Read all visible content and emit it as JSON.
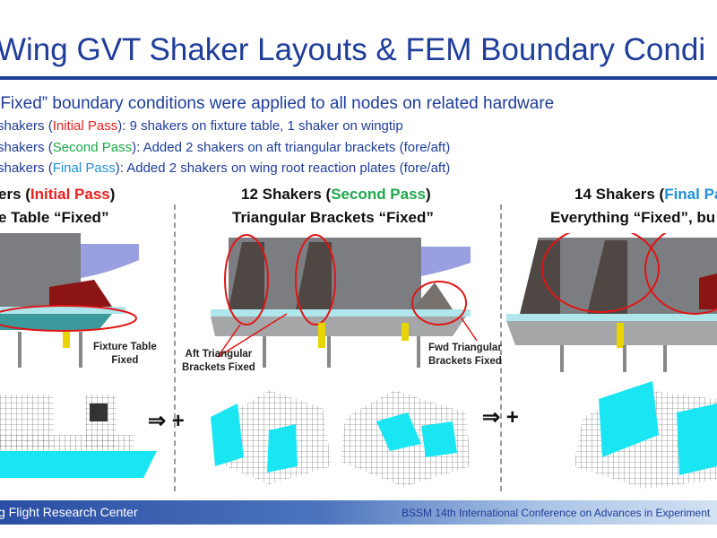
{
  "title": "Wing GVT Shaker Layouts & FEM Boundary Condi",
  "bullets": {
    "main": "“Fixed” boundary conditions were applied to all nodes on related hardware",
    "items": [
      {
        "prefix": "shakers (",
        "pass": "Initial Pass",
        "suffix": "): 9 shakers on fixture table, 1 shaker on wingtip"
      },
      {
        "prefix": "shakers (",
        "pass": "Second Pass",
        "suffix": "): Added 2 shakers on aft triangular brackets (fore/aft)"
      },
      {
        "prefix": "shakers (",
        "pass": "Final Pass",
        "suffix": "): Added 2 shakers on wing root reaction plates (fore/aft)"
      }
    ]
  },
  "columns": [
    {
      "count": "ers (",
      "pass": "Initial Pass",
      "close": ")",
      "subtitle": "e Table “Fixed”",
      "labels": [
        "Fixture Table",
        "Fixed"
      ]
    },
    {
      "count": "12 Shakers (",
      "pass": "Second Pass",
      "close": ")",
      "subtitle": "Triangular Brackets “Fixed”",
      "labels": [
        "Aft Triangular",
        "Brackets Fixed",
        "Fwd Triangular",
        "Brackets Fixed"
      ]
    },
    {
      "count": "14 Shakers (",
      "pass": "Final Pa",
      "close": "",
      "subtitle": "Everything “Fixed”, bu",
      "labels": []
    }
  ],
  "arrows": [
    "⇒ +",
    "⇒ +"
  ],
  "footer": {
    "left": "g Flight Research Center",
    "right": "BSSM 14th International Conference on Advances in Experiment"
  },
  "colors": {
    "title": "#1f3d99",
    "initial": "#e8201e",
    "second": "#1ea84a",
    "final": "#1f8fd8"
  }
}
